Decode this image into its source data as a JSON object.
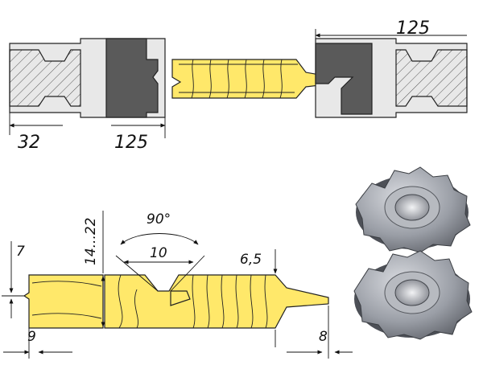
{
  "dimensions": {
    "left_groove_width": "32",
    "left_tongue_reach": "125",
    "right_tongue_reach": "125",
    "joint_thickness_range": "14...22",
    "bevel_angle": "90°",
    "chamfer_width": "10",
    "tongue_offset": "7",
    "groove_setback": "9",
    "right_step": "6,5",
    "right_setback": "8"
  },
  "colors": {
    "wood": "#ffe86a",
    "knife": "#5a5a5a",
    "steel": "#e8e8e8",
    "cutter_metal": "#9a9ea6"
  },
  "images": {
    "cutter_top": "milling-cutter-icon",
    "cutter_bottom": "milling-cutter-icon"
  }
}
